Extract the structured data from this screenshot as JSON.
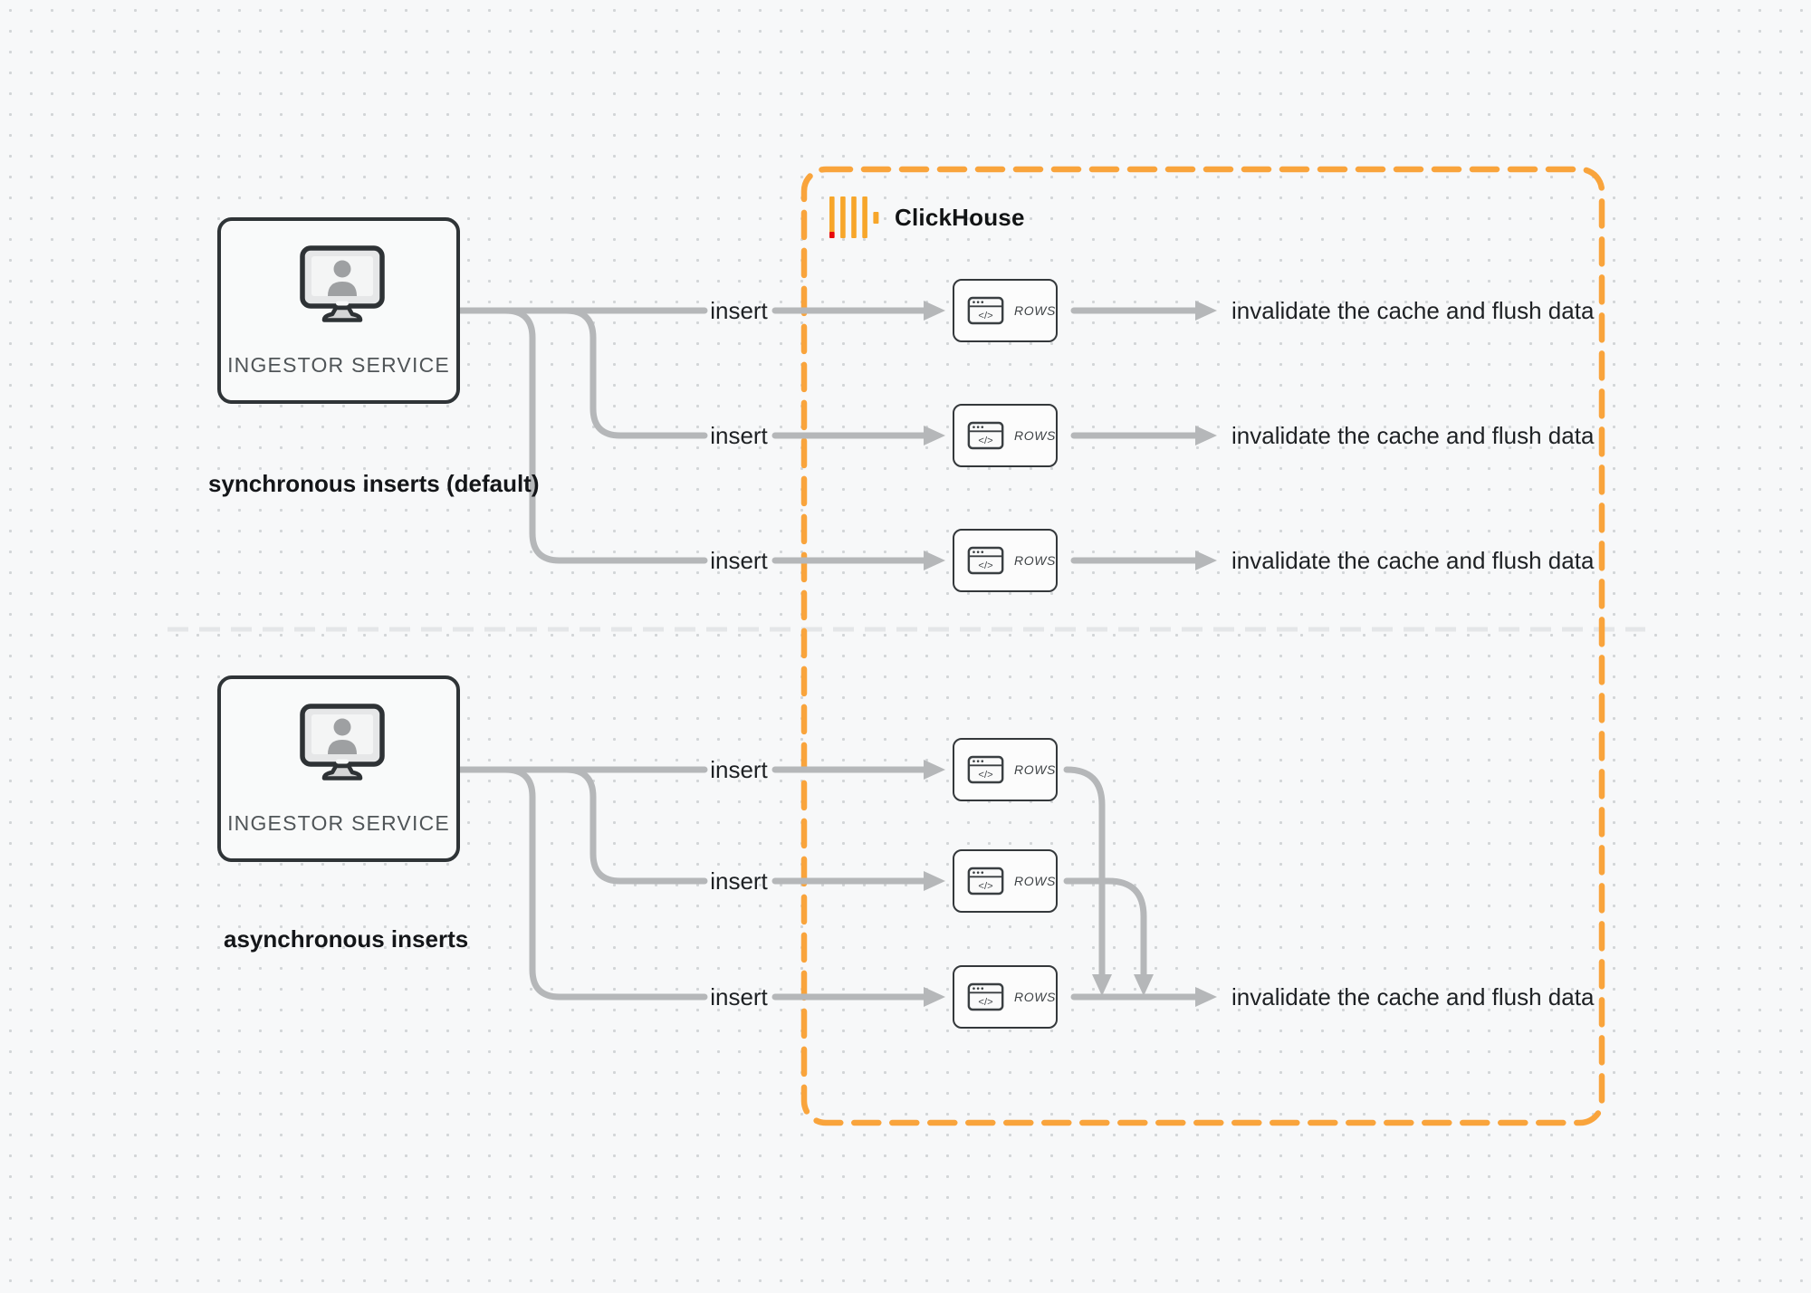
{
  "clickhouse": {
    "label": "ClickHouse"
  },
  "labels": {
    "insert": "insert",
    "invalidate": "invalidate the cache and flush data",
    "rows": "ROWS",
    "code_glyph": "</>"
  },
  "sections": {
    "sync": {
      "caption": "synchronous inserts (default)",
      "source_label": "INGESTOR SERVICE"
    },
    "async": {
      "caption": "asynchronous inserts",
      "source_label": "INGESTOR SERVICE"
    }
  },
  "colors": {
    "accent_orange": "#F9A43C",
    "logo_yellow": "#F7A62A",
    "logo_red": "#E8090C",
    "line_gray": "#B5B7B9",
    "text_dark": "#1E2124"
  }
}
